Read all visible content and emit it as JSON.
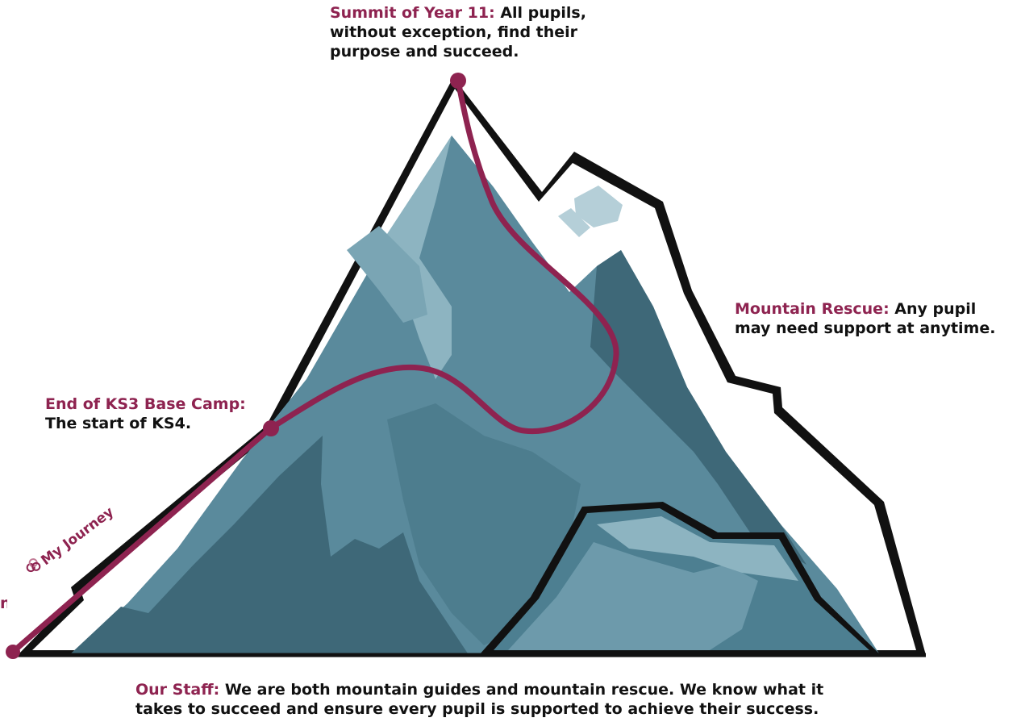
{
  "colors": {
    "route": "#8e2350",
    "mountain_mid": "#5a8a9c",
    "mountain_dark": "#3e6878",
    "mountain_light": "#8db4c1",
    "snow": "#ffffff",
    "outline": "#111111"
  },
  "summit": {
    "title": "Summit of Year 11:",
    "text": " All pupils, without exception, find their purpose and succeed."
  },
  "base_camp": {
    "title": "End of KS3 Base Camp:",
    "text": "The start of KS4."
  },
  "rescue": {
    "title": "Mountain Rescue:",
    "text": " Any pupil may need support at anytime."
  },
  "staff": {
    "title": "Our Staff:",
    "text": " We are both mountain guides and mountain rescue. We know what it takes to succeed and ensure every pupil is supported to achieve their success."
  },
  "start_fragment": "n",
  "journey": {
    "label": "My Journey",
    "logo_icon": "knot-logo-icon"
  }
}
